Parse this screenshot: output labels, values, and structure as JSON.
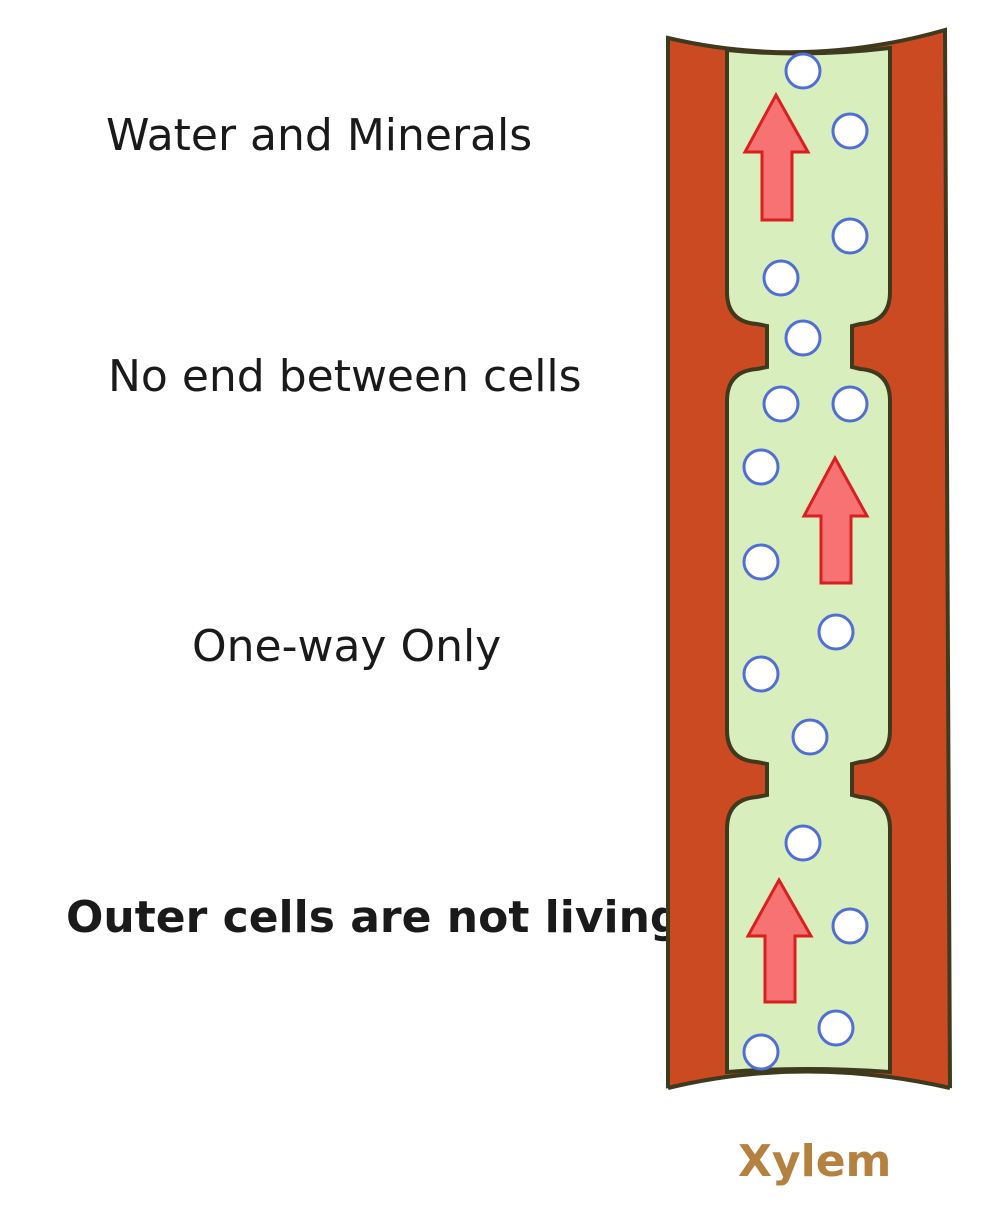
{
  "labels": {
    "water": "Water and Minerals",
    "no_end": "No end between cells",
    "one_way": "One-way Only",
    "outer": "Outer cells are not living",
    "xylem": "Xylem"
  },
  "colors": {
    "wall": "#cc4a22",
    "wall_outline": "#3f3a1e",
    "lumen": "#d8efbd",
    "bubble_stroke": "#4f6fd6",
    "arrow_fill": "#f77272",
    "arrow_stroke": "#d91f1f",
    "xylem_label": "#b5813f"
  },
  "icons": {
    "bubbles": "water-bubble-icon",
    "arrows": "up-arrow-icon"
  }
}
